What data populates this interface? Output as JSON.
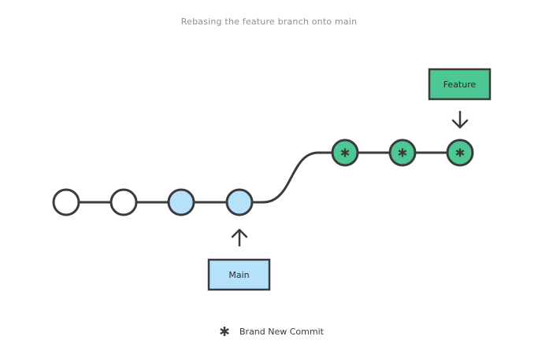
{
  "title": "Rebasing the feature branch onto main",
  "colors": {
    "stroke": "#3b3b3b",
    "plain_commit": "#ffffff",
    "main_commit": "#b5e1fb",
    "new_commit": "#4dc793",
    "main_label_fill": "#b5e1fb",
    "feature_label_fill": "#4dc793"
  },
  "commits": [
    {
      "id": "c1",
      "branch": "history",
      "style": "plain"
    },
    {
      "id": "c2",
      "branch": "history",
      "style": "plain"
    },
    {
      "id": "c3",
      "branch": "main",
      "style": "main"
    },
    {
      "id": "c4",
      "branch": "main",
      "style": "main"
    },
    {
      "id": "c5",
      "branch": "feature",
      "style": "new"
    },
    {
      "id": "c6",
      "branch": "feature",
      "style": "new"
    },
    {
      "id": "c7",
      "branch": "feature",
      "style": "new"
    }
  ],
  "labels": {
    "main": "Main",
    "feature": "Feature"
  },
  "legend": {
    "icon": "asterisk-icon",
    "label": "Brand New Commit"
  }
}
